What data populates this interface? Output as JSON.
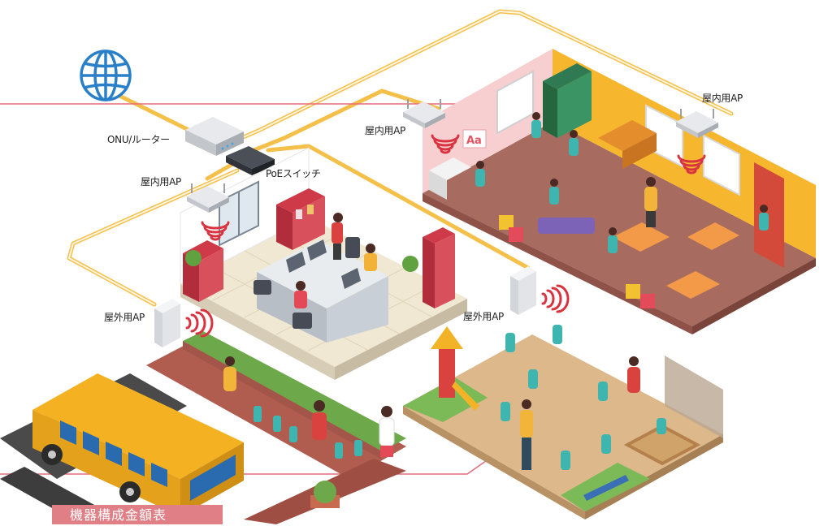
{
  "labels": {
    "onu_router": "ONU/ルーター",
    "poe_switch": "PoEスイッチ",
    "ap_indoor_office": "屋内用AP",
    "ap_indoor_class_left": "屋内用AP",
    "ap_indoor_class_right": "屋内用AP",
    "ap_outdoor_left": "屋外用AP",
    "ap_outdoor_right": "屋外用AP"
  },
  "footer": {
    "title": "機器構成金額表"
  },
  "icons": [
    "globe-icon",
    "router-icon",
    "switch-icon",
    "access-point-icon",
    "wifi-signal-icon"
  ],
  "colors": {
    "cable": "#f5c04a",
    "accent_line": "#e46d7a",
    "signal": "#d9333f",
    "globe": "#2a7fc9",
    "floor_office": "#f1e8d3",
    "floor_class": "#a86b5f",
    "playground": "#dcb88a",
    "grass": "#7cb957",
    "bus": "#f4b223"
  }
}
